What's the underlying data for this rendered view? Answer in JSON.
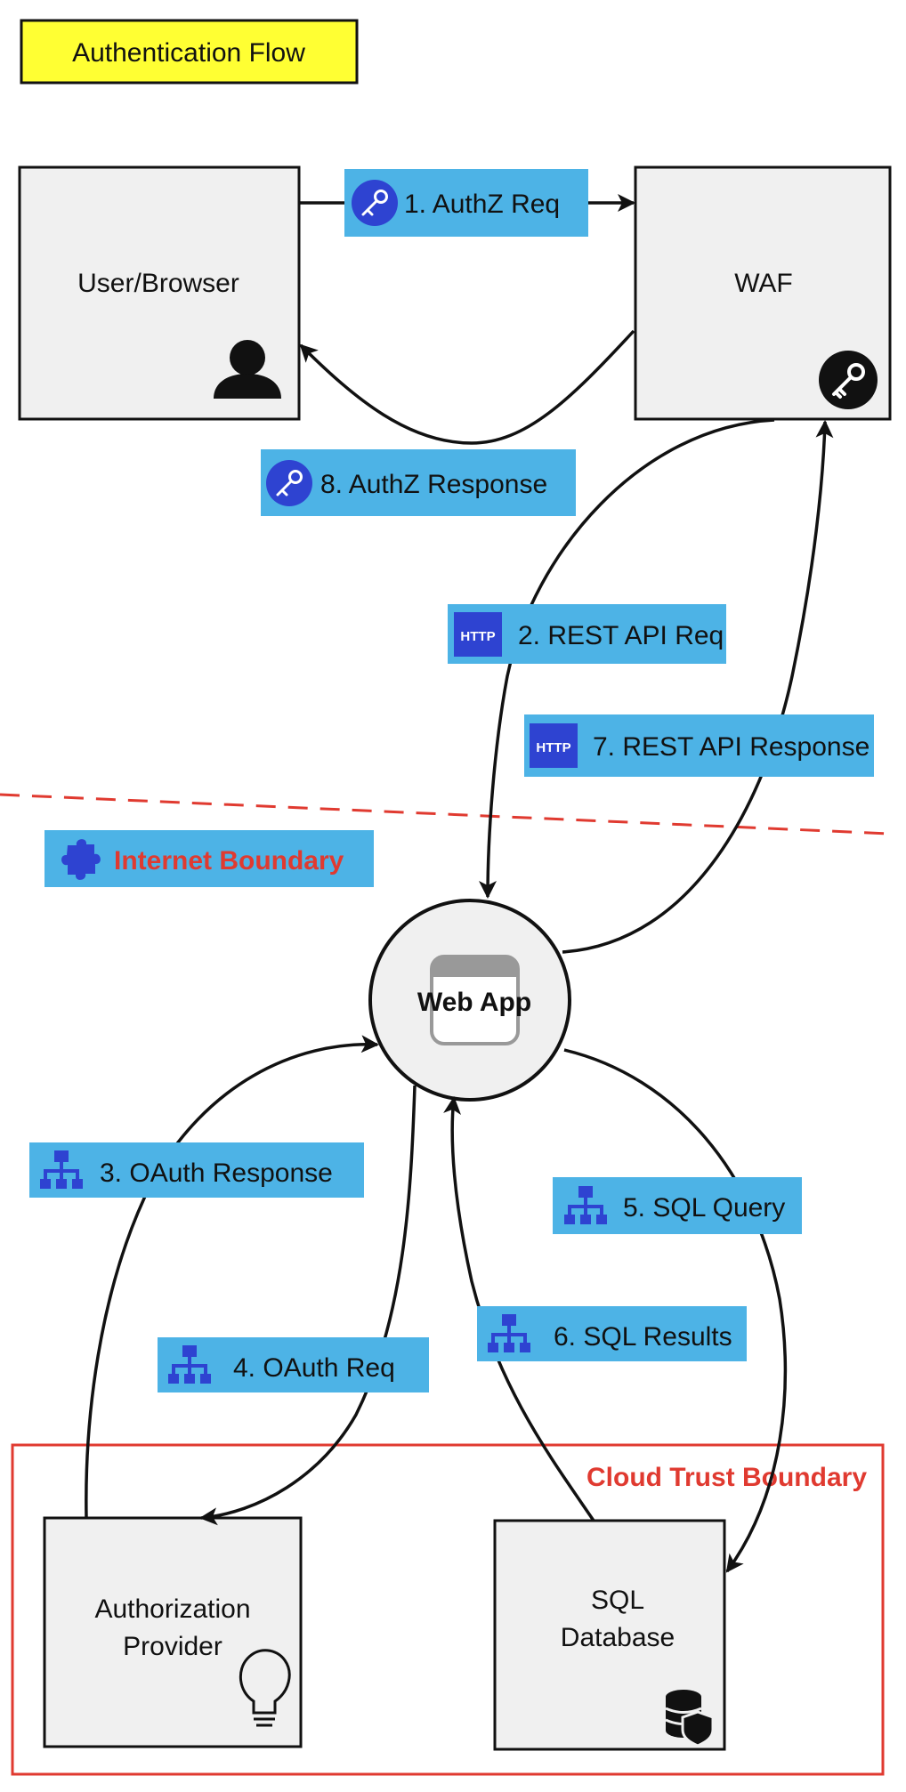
{
  "title": "Authentication Flow",
  "nodes": {
    "user": {
      "label": "User/Browser",
      "icon": "user-icon"
    },
    "waf": {
      "label": "WAF",
      "icon": "key-icon"
    },
    "webapp": {
      "label": "Web App",
      "icon": "application-window-icon"
    },
    "authprovider": {
      "label_line1": "Authorization",
      "label_line2": "Provider",
      "icon": "lightbulb-icon"
    },
    "sqldb": {
      "label_line1": "SQL",
      "label_line2": "Database",
      "icon": "database-shield-icon"
    }
  },
  "flows": [
    {
      "label": "1. AuthZ Req",
      "icon": "key-icon"
    },
    {
      "label": "2. REST API Req",
      "icon": "http-icon",
      "icon_text": "HTTP"
    },
    {
      "label": "3. OAuth Response",
      "icon": "network-icon"
    },
    {
      "label": "4. OAuth Req",
      "icon": "network-icon"
    },
    {
      "label": "5. SQL Query",
      "icon": "network-icon"
    },
    {
      "label": "6. SQL Results",
      "icon": "network-icon"
    },
    {
      "label": "7. REST API Response",
      "icon": "http-icon",
      "icon_text": "HTTP"
    },
    {
      "label": "8. AuthZ Response",
      "icon": "key-icon"
    }
  ],
  "boundaries": {
    "internet": {
      "label": "Internet Boundary",
      "icon": "puzzle-icon"
    },
    "cloud": {
      "label": "Cloud Trust Boundary"
    }
  },
  "colors": {
    "title_fill": "#ffff33",
    "label_fill": "#4db3e6",
    "node_fill": "#f0f0f0",
    "icon_blue": "#2e43d1",
    "boundary_red": "#e03a30",
    "stroke": "#111111"
  }
}
